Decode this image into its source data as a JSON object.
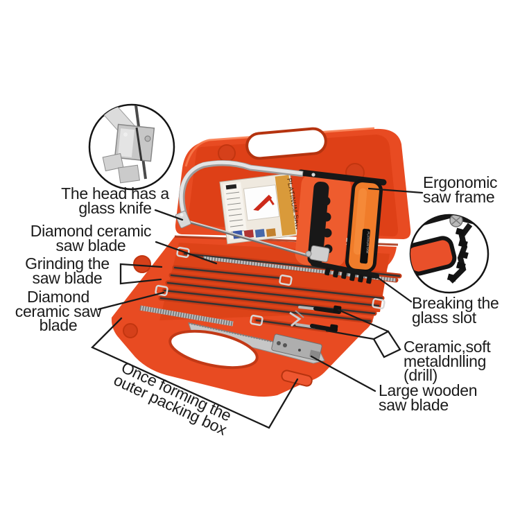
{
  "figure": {
    "background": "#ffffff",
    "case_color": "#e84b22",
    "case_shadow": "#c43a16",
    "handle_color": "#f07c2a",
    "line_color": "#1a1a1a"
  },
  "product": {
    "card_brand": "PLATINUM SAW",
    "handle_label": "PLATINUM SAW"
  },
  "labels": {
    "head_glass_knife": {
      "lines": [
        "The head has a",
        "glass knife"
      ]
    },
    "diamond_ceramic_top": {
      "lines": [
        "Diamond ceramic",
        "saw blade"
      ]
    },
    "grinding_saw_blade": {
      "lines": [
        "Grinding the",
        "saw blade"
      ]
    },
    "diamond_ceramic_left": {
      "lines": [
        "Diamond",
        "ceramic saw",
        "blade"
      ]
    },
    "once_forming_box": {
      "lines": [
        "Once forming the",
        "outer packing box"
      ]
    },
    "ergonomic_saw_frame": {
      "lines": [
        "Ergonomic",
        "saw frame"
      ]
    },
    "breaking_glass_slot": {
      "lines": [
        "Breaking the",
        "glass slot"
      ]
    },
    "ceramic_soft_drill": {
      "lines": [
        "Ceramic,soft",
        "metaldnlling",
        "(drill)"
      ]
    },
    "large_wooden_blade": {
      "lines": [
        "Large wooden",
        "saw blade"
      ]
    }
  }
}
